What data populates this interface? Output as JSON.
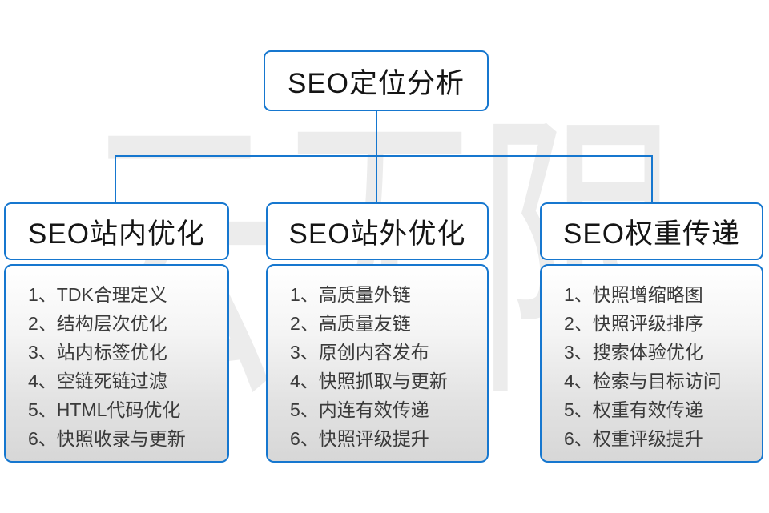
{
  "watermark_text": "云无限",
  "colors": {
    "accent_blue": "#1677cf",
    "list_gradient_top": "#ffffff",
    "list_gradient_bottom": "#d7d7d7",
    "watermark_gray": "#ececec"
  },
  "root": {
    "title": "SEO定位分析"
  },
  "columns": [
    {
      "title": "SEO站内优化",
      "items": [
        "1、TDK合理定义",
        "2、结构层次优化",
        "3、站内标签优化",
        "4、空链死链过滤",
        "5、HTML代码优化",
        "6、快照收录与更新"
      ]
    },
    {
      "title": "SEO站外优化",
      "items": [
        "1、高质量外链",
        "2、高质量友链",
        "3、原创内容发布",
        "4、快照抓取与更新",
        "5、内连有效传递",
        "6、快照评级提升"
      ]
    },
    {
      "title": "SEO权重传递",
      "items": [
        "1、快照增缩略图",
        "2、快照评级排序",
        "3、搜索体验优化",
        "4、检索与目标访问",
        "5、权重有效传递",
        "6、权重评级提升"
      ]
    }
  ]
}
